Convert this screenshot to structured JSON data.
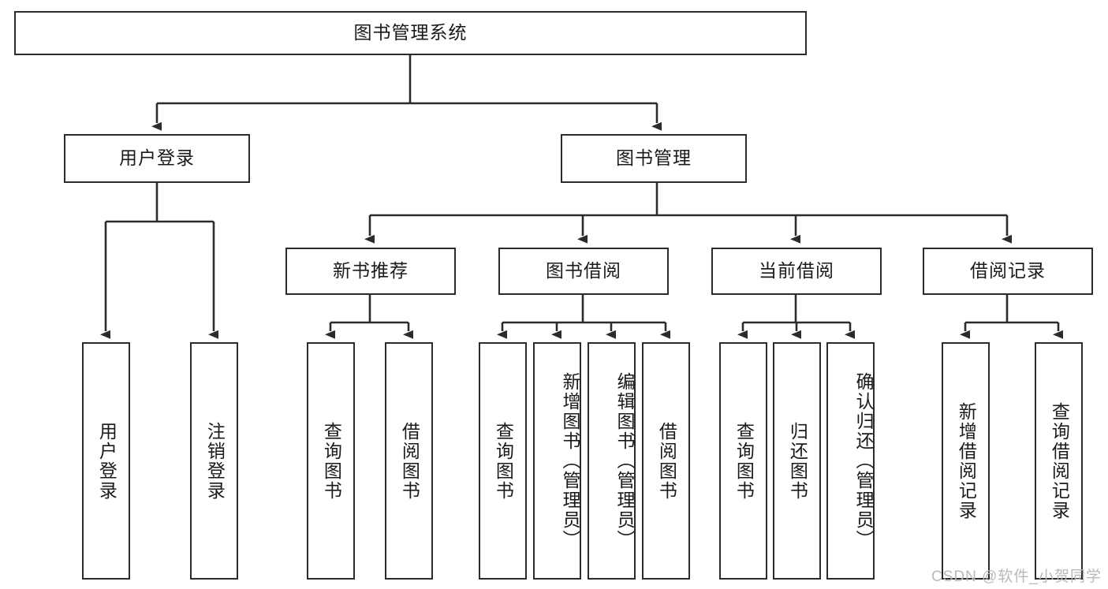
{
  "diagram": {
    "type": "tree",
    "title": "图书管理系统",
    "watermark": "CSDN @软件_小贺同学",
    "colors": {
      "stroke": "#2b2b2b",
      "fill": "#ffffff",
      "text": "#1a1a1a",
      "watermark": "#b9b9b9"
    },
    "root": {
      "label": "图书管理系统",
      "orientation": "horizontal"
    },
    "level2": [
      {
        "label": "用户登录",
        "orientation": "horizontal"
      },
      {
        "label": "图书管理",
        "orientation": "horizontal"
      }
    ],
    "level3": [
      {
        "label": "新书推荐",
        "orientation": "horizontal"
      },
      {
        "label": "图书借阅",
        "orientation": "horizontal"
      },
      {
        "label": "当前借阅",
        "orientation": "horizontal"
      },
      {
        "label": "借阅记录",
        "orientation": "horizontal"
      }
    ],
    "leaves": {
      "user_login": [
        {
          "label": "用户登录",
          "orientation": "vertical"
        },
        {
          "label": "注销登录",
          "orientation": "vertical"
        }
      ],
      "new_book_recommend": [
        {
          "label": "查询图书",
          "orientation": "vertical"
        },
        {
          "label": "借阅图书",
          "orientation": "vertical"
        }
      ],
      "book_borrow": [
        {
          "label": "查询图书",
          "orientation": "vertical"
        },
        {
          "label": "新增图书（管理员）",
          "orientation": "vertical"
        },
        {
          "label": "编辑图书（管理员）",
          "orientation": "vertical"
        },
        {
          "label": "借阅图书",
          "orientation": "vertical"
        }
      ],
      "current_borrow": [
        {
          "label": "查询图书",
          "orientation": "vertical"
        },
        {
          "label": "归还图书",
          "orientation": "vertical"
        },
        {
          "label": "确认归还（管理员）",
          "orientation": "vertical"
        }
      ],
      "borrow_record": [
        {
          "label": "新增借阅记录",
          "orientation": "vertical"
        },
        {
          "label": "查询借阅记录",
          "orientation": "vertical"
        }
      ]
    }
  }
}
